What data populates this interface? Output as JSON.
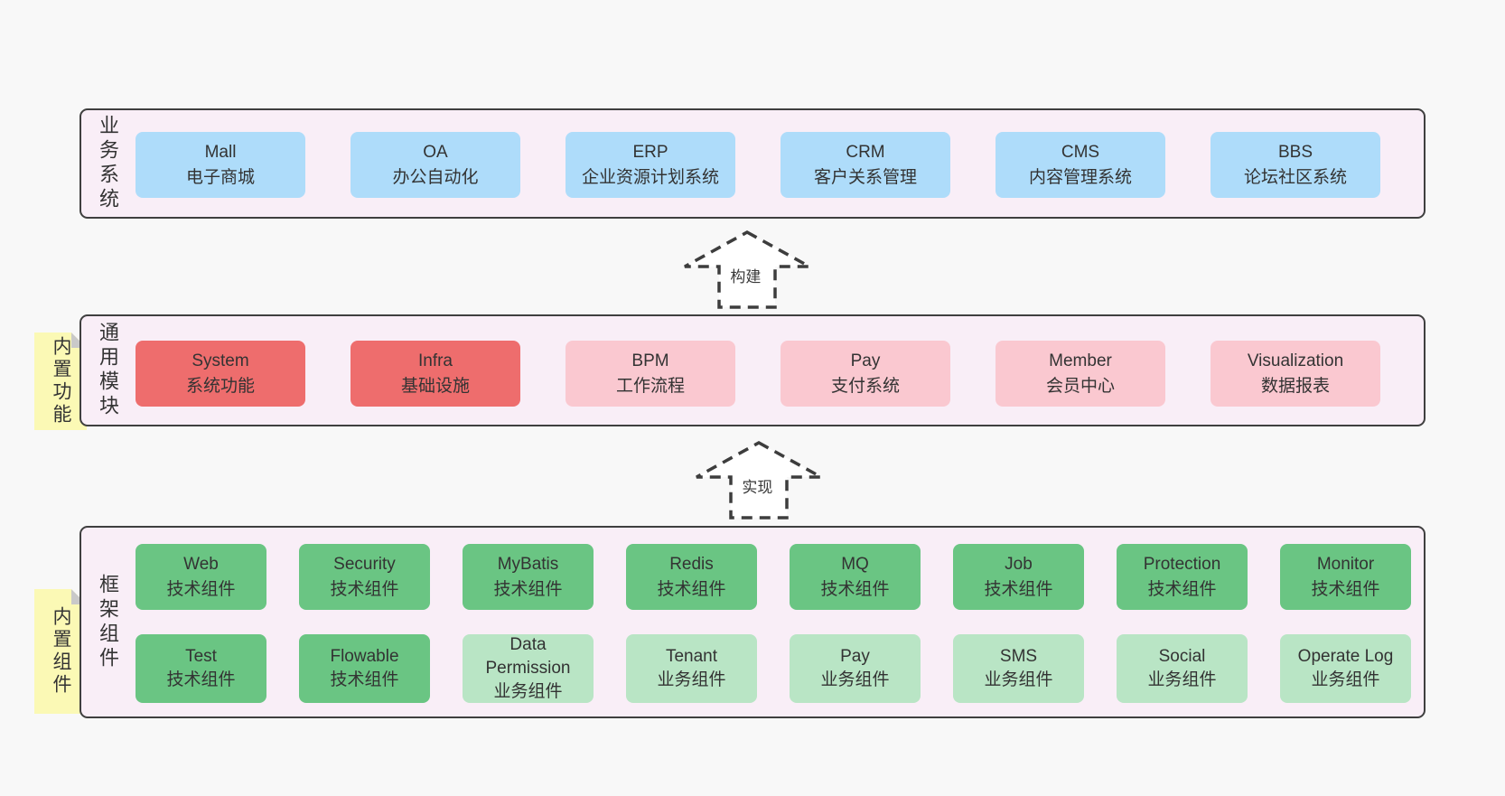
{
  "colors": {
    "page_background": "#f8f8f8",
    "layer_background": "#f9eef7",
    "layer_border": "#3f3f3f",
    "business_box": "#aedcfa",
    "module_box_strong": "#ee6d6d",
    "module_box_light": "#fac8d0",
    "framework_box_tech": "#6ac583",
    "framework_box_biz": "#b9e5c5",
    "sticky_note": "#fbf9b5",
    "sticky_note_fold": "#c9c9c9"
  },
  "arrows": [
    {
      "label": "构建"
    },
    {
      "label": "实现"
    }
  ],
  "layers": {
    "business": {
      "label": "业务系统",
      "boxes": [
        {
          "title": "Mall",
          "subtitle": "电子商城"
        },
        {
          "title": "OA",
          "subtitle": "办公自动化"
        },
        {
          "title": "ERP",
          "subtitle": "企业资源计划系统"
        },
        {
          "title": "CRM",
          "subtitle": "客户关系管理"
        },
        {
          "title": "CMS",
          "subtitle": "内容管理系统"
        },
        {
          "title": "BBS",
          "subtitle": "论坛社区系统"
        }
      ]
    },
    "modules": {
      "label": "通用模块",
      "note": "内置功能",
      "boxes": [
        {
          "title": "System",
          "subtitle": "系统功能",
          "variant": "red"
        },
        {
          "title": "Infra",
          "subtitle": "基础设施",
          "variant": "red"
        },
        {
          "title": "BPM",
          "subtitle": "工作流程",
          "variant": "pink"
        },
        {
          "title": "Pay",
          "subtitle": "支付系统",
          "variant": "pink"
        },
        {
          "title": "Member",
          "subtitle": "会员中心",
          "variant": "pink"
        },
        {
          "title": "Visualization",
          "subtitle": "数据报表",
          "variant": "pink"
        }
      ]
    },
    "framework": {
      "label": "框架组件",
      "note": "内置组件",
      "row1": [
        {
          "title": "Web",
          "subtitle": "技术组件",
          "variant": "tech"
        },
        {
          "title": "Security",
          "subtitle": "技术组件",
          "variant": "tech"
        },
        {
          "title": "MyBatis",
          "subtitle": "技术组件",
          "variant": "tech"
        },
        {
          "title": "Redis",
          "subtitle": "技术组件",
          "variant": "tech"
        },
        {
          "title": "MQ",
          "subtitle": "技术组件",
          "variant": "tech"
        },
        {
          "title": "Job",
          "subtitle": "技术组件",
          "variant": "tech"
        },
        {
          "title": "Protection",
          "subtitle": "技术组件",
          "variant": "tech"
        },
        {
          "title": "Monitor",
          "subtitle": "技术组件",
          "variant": "tech"
        }
      ],
      "row2": [
        {
          "title": "Test",
          "subtitle": "技术组件",
          "variant": "tech"
        },
        {
          "title": "Flowable",
          "subtitle": "技术组件",
          "variant": "tech"
        },
        {
          "title": "Data Permission",
          "subtitle": "业务组件",
          "variant": "biz"
        },
        {
          "title": "Tenant",
          "subtitle": "业务组件",
          "variant": "biz"
        },
        {
          "title": "Pay",
          "subtitle": "业务组件",
          "variant": "biz"
        },
        {
          "title": "SMS",
          "subtitle": "业务组件",
          "variant": "biz"
        },
        {
          "title": "Social",
          "subtitle": "业务组件",
          "variant": "biz"
        },
        {
          "title": "Operate Log",
          "subtitle": "业务组件",
          "variant": "biz"
        }
      ]
    }
  }
}
